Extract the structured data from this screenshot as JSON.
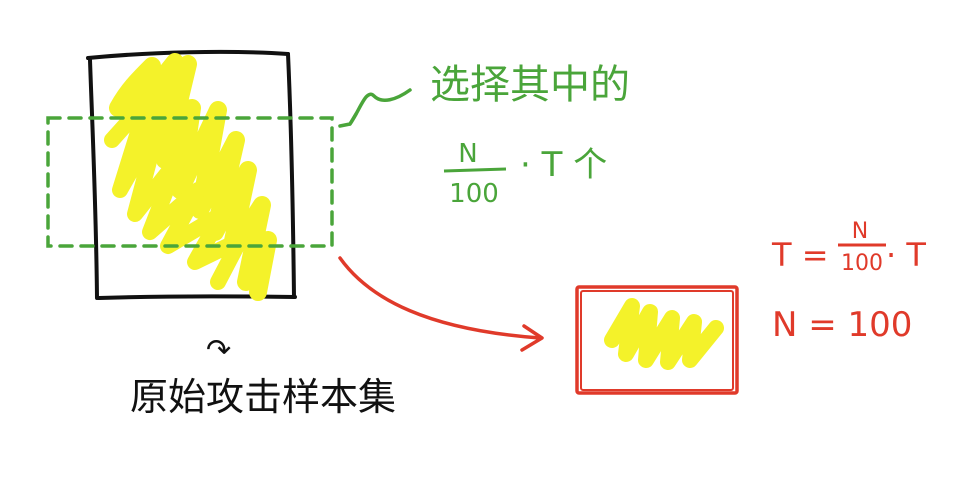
{
  "labels": {
    "select_line1": "选择其中的",
    "fraction_numerator": "N",
    "fraction_denominator": "100",
    "fraction_suffix": "· T 个",
    "t_equals": "T =",
    "t_numerator": "N",
    "t_denominator": "100",
    "t_suffix": "· T",
    "n_equals": "N = 100",
    "original_dataset_caption": "原始攻击样本集",
    "inserted_mark": "↷"
  },
  "colors": {
    "background": "#ffffff",
    "black_ink": "#111111",
    "green_ink": "#4aa53a",
    "red_ink": "#e03a2a",
    "yellow_fill": "#f4f22a"
  }
}
